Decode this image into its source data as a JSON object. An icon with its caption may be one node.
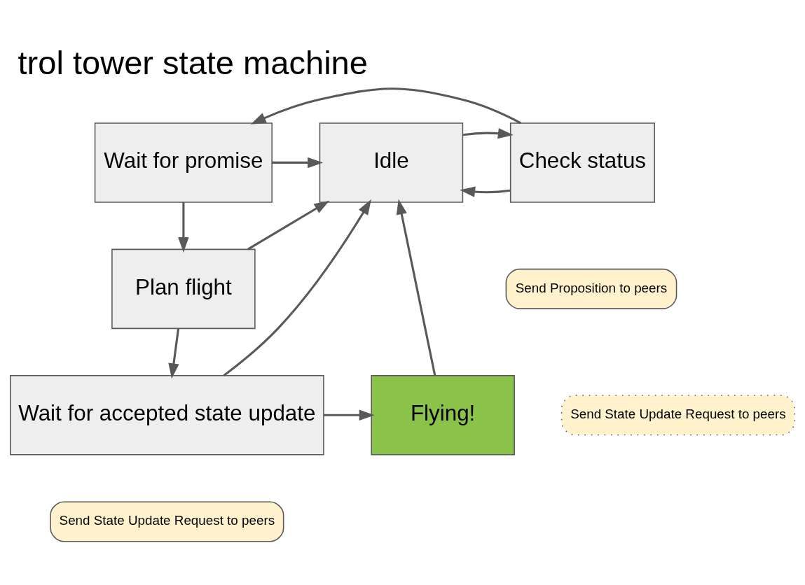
{
  "diagram": {
    "title": "trol tower state machine",
    "nodes": [
      {
        "text": [
          "Idle"
        ]
      },
      {
        "text": [
          "Check status"
        ]
      },
      {
        "text": [
          "Send Proposition to peers"
        ]
      },
      {
        "text": [
          "Wait for promise"
        ]
      },
      {
        "text": [
          "Send State Update Request to peers"
        ]
      },
      {
        "text": [
          "Plan flight"
        ]
      },
      {
        "text": [
          "Flying!"
        ]
      },
      {
        "text": [
          "Wait for accepted state update"
        ]
      },
      {
        "text": [
          "Send State Update Request to peers"
        ]
      }
    ],
    "edges": [
      {
        "from": 1,
        "to": 0,
        "arrow": "to"
      },
      {
        "from": 0,
        "to": 1,
        "arrow": "to"
      },
      {
        "from": 1,
        "to": 3,
        "arrow": "to"
      },
      {
        "from": 3,
        "to": 0,
        "arrow": "to"
      },
      {
        "from": 3,
        "to": 5,
        "arrow": "to"
      },
      {
        "from": 5,
        "to": 0,
        "arrow": "to"
      },
      {
        "from": 7,
        "to": 0,
        "arrow": "to"
      },
      {
        "from": 5,
        "to": 7,
        "arrow": "to"
      },
      {
        "from": 7,
        "to": 6,
        "arrow": "to"
      },
      {
        "from": 6,
        "to": 0,
        "arrow": "to"
      }
    ]
  }
}
